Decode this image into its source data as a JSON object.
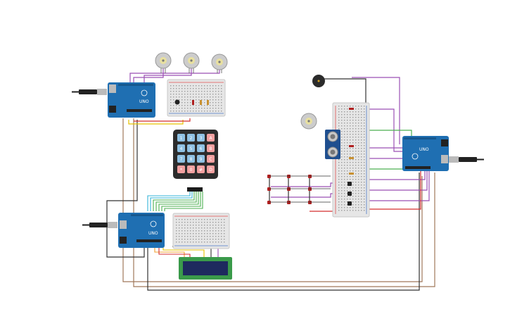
{
  "colors": {
    "background": "#ffffff",
    "board": "#1f6fb2",
    "board_dark": "#16578e",
    "breadboard": "#e6e6e6",
    "breadboard_hole": "#9a9a9a",
    "rail_red": "#e05050",
    "rail_blue": "#4a78c8",
    "wire_purple": "#9b4fb5",
    "wire_dark": "#333333",
    "wire_brown": "#a0785a",
    "wire_green": "#4caf50",
    "wire_red": "#d32f2f",
    "wire_orange": "#f0a030",
    "wire_cyan": "#35b5d8",
    "wire_yellow": "#e6c200",
    "keypad_body": "#2c2c2c",
    "key_blue": "#8fc1e3",
    "key_red": "#f2a0a0",
    "lcd_frame": "#3a9a4a",
    "lcd_screen": "#1e2a5e",
    "motor_body": "#cccccc",
    "motor_face": "#e8e0a0",
    "led_red": "#b02020"
  },
  "boards": {
    "arduino_top_label": "UNO",
    "arduino_bottom_label": "UNO",
    "arduino_right_label": "UNO"
  },
  "keypad": {
    "keys": [
      "1",
      "2",
      "3",
      "A",
      "4",
      "5",
      "6",
      "B",
      "7",
      "8",
      "9",
      "C",
      "*",
      "0",
      "#",
      "D"
    ]
  },
  "icons": {
    "motor": "dc-motor-icon",
    "buzzer": "piezo-buzzer-icon",
    "ultrasonic": "ultrasonic-sensor-icon",
    "usb": "usb-plug-icon"
  }
}
